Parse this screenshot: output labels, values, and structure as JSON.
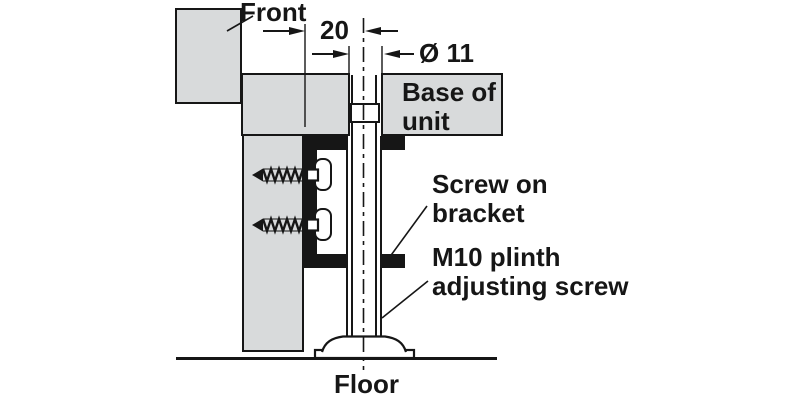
{
  "diagram": {
    "type": "technical-installation-drawing",
    "subject": "Plinth adjusting fitting mounted under cabinet base",
    "labels": {
      "front": "Front",
      "base_of_unit": {
        "line1": "Base of",
        "line2": "unit"
      },
      "screw_on_bracket": {
        "line1": "Screw on",
        "line2": "bracket"
      },
      "m10_plinth": {
        "line1": "M10 plinth",
        "line2": "adjusting screw"
      },
      "floor": "Floor"
    },
    "dimensions": {
      "offset_front_to_screw_axis": "20",
      "hole_diameter": "Ø 11"
    },
    "colors": {
      "panel_fill": "#d8dadb",
      "line": "#161616",
      "background": "#ffffff"
    }
  }
}
